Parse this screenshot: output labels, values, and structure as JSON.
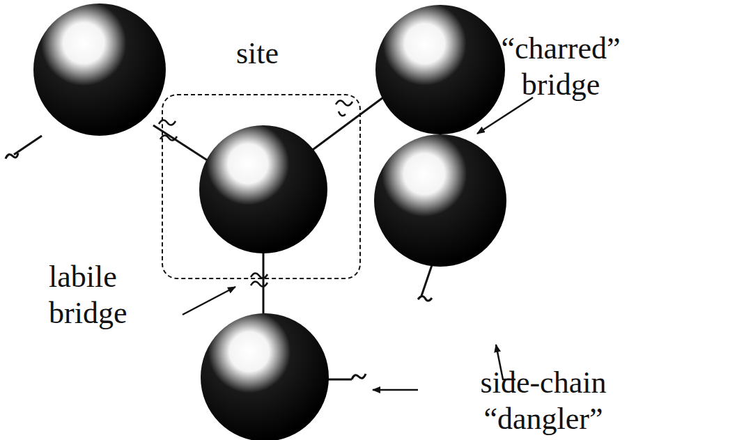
{
  "diagram": {
    "nodes": [
      {
        "text": [
          "site"
        ]
      }
    ],
    "labels": [
      "“charred” bridge",
      "labile bridge",
      "side-chain “dangler”"
    ]
  }
}
